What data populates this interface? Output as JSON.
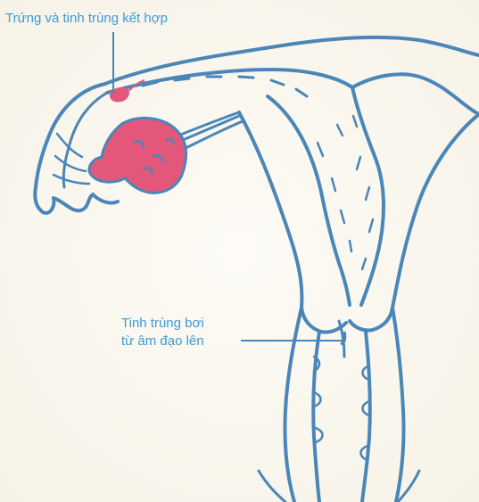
{
  "labels": {
    "fertilization": "Trứng và tinh trùng kết hợp",
    "sperm_swim_line1": "Tinh trùng bơi",
    "sperm_swim_line2": "từ âm đạo lên"
  },
  "colors": {
    "outline": "#4a86b8",
    "label": "#3b9bd6",
    "ovary_fill": "#e3587a",
    "background": "#f6f2e7"
  }
}
